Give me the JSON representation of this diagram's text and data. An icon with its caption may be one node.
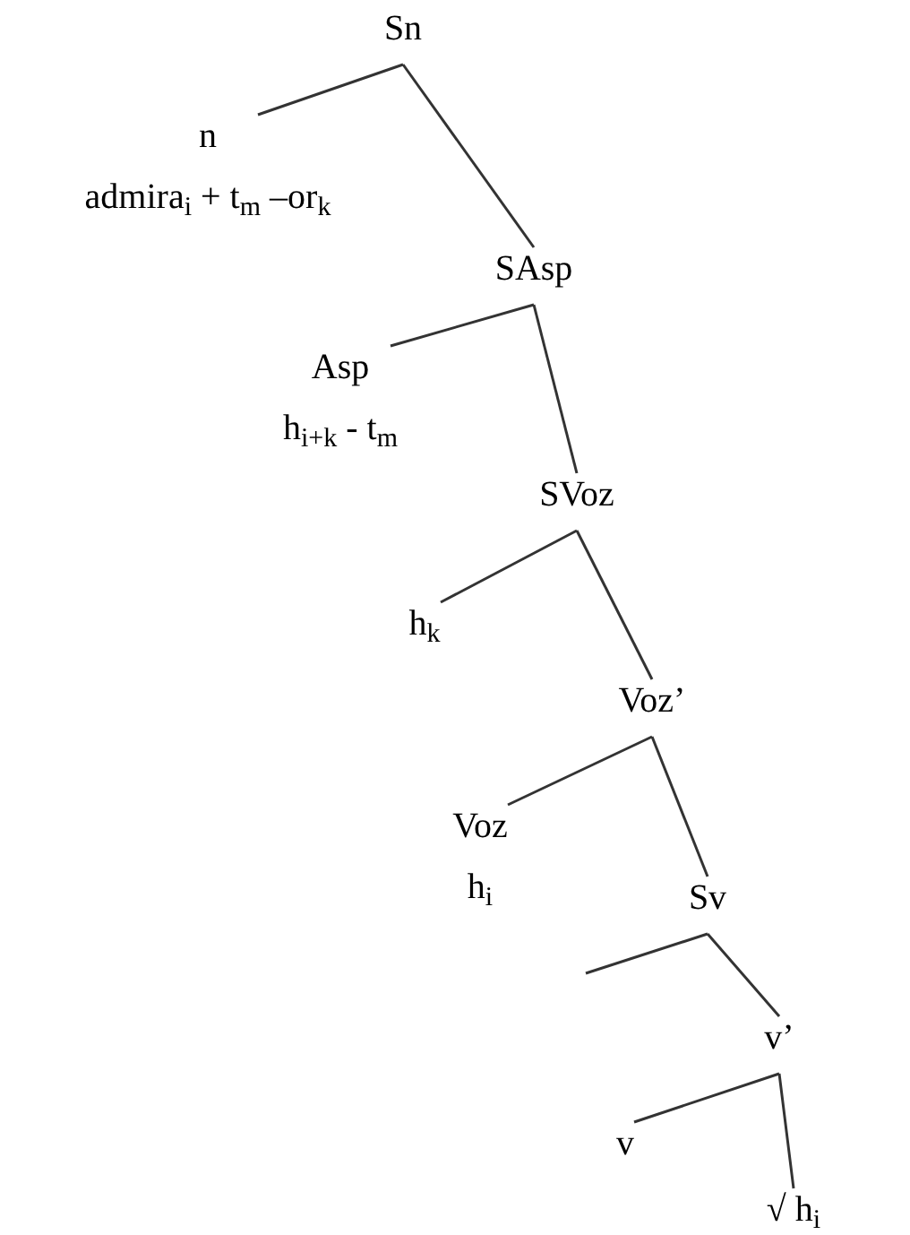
{
  "diagram": {
    "nodes": [
      {
        "text": [
          "Sn"
        ]
      },
      {
        "text": [
          "n",
          "admira$_{i}$ + t$_{m}$ –or$_{k}$"
        ]
      },
      {
        "text": [
          "SAsp"
        ]
      },
      {
        "text": [
          "Asp",
          "h$_{i+k}$ - t$_{m}$"
        ]
      },
      {
        "text": [
          "SVoz"
        ]
      },
      {
        "text": [
          "h$_{k}$"
        ]
      },
      {
        "text": [
          "Voz’"
        ]
      },
      {
        "text": [
          "Voz",
          "h$_{i}$"
        ]
      },
      {
        "text": [
          "Sv"
        ]
      },
      {
        "text": [
          "v’"
        ]
      },
      {
        "text": [
          "v"
        ]
      },
      {
        "text": [
          "√ h$_{i}$"
        ]
      }
    ],
    "edges": [
      {
        "from": 0,
        "to": 1,
        "arrow": "none"
      },
      {
        "from": 0,
        "to": 2,
        "arrow": "none"
      },
      {
        "from": 2,
        "to": 3,
        "arrow": "none"
      },
      {
        "from": 2,
        "to": 4,
        "arrow": "none"
      },
      {
        "from": 4,
        "to": 5,
        "arrow": "none"
      },
      {
        "from": 4,
        "to": 6,
        "arrow": "none"
      },
      {
        "from": 6,
        "to": 7,
        "arrow": "none"
      },
      {
        "from": 6,
        "to": 8,
        "arrow": "none"
      },
      {
        "from": 8,
        "to": null,
        "arrow": "none"
      },
      {
        "from": 8,
        "to": 9,
        "arrow": "none"
      },
      {
        "from": 9,
        "to": 10,
        "arrow": "none"
      },
      {
        "from": 9,
        "to": 11,
        "arrow": "none"
      }
    ]
  }
}
